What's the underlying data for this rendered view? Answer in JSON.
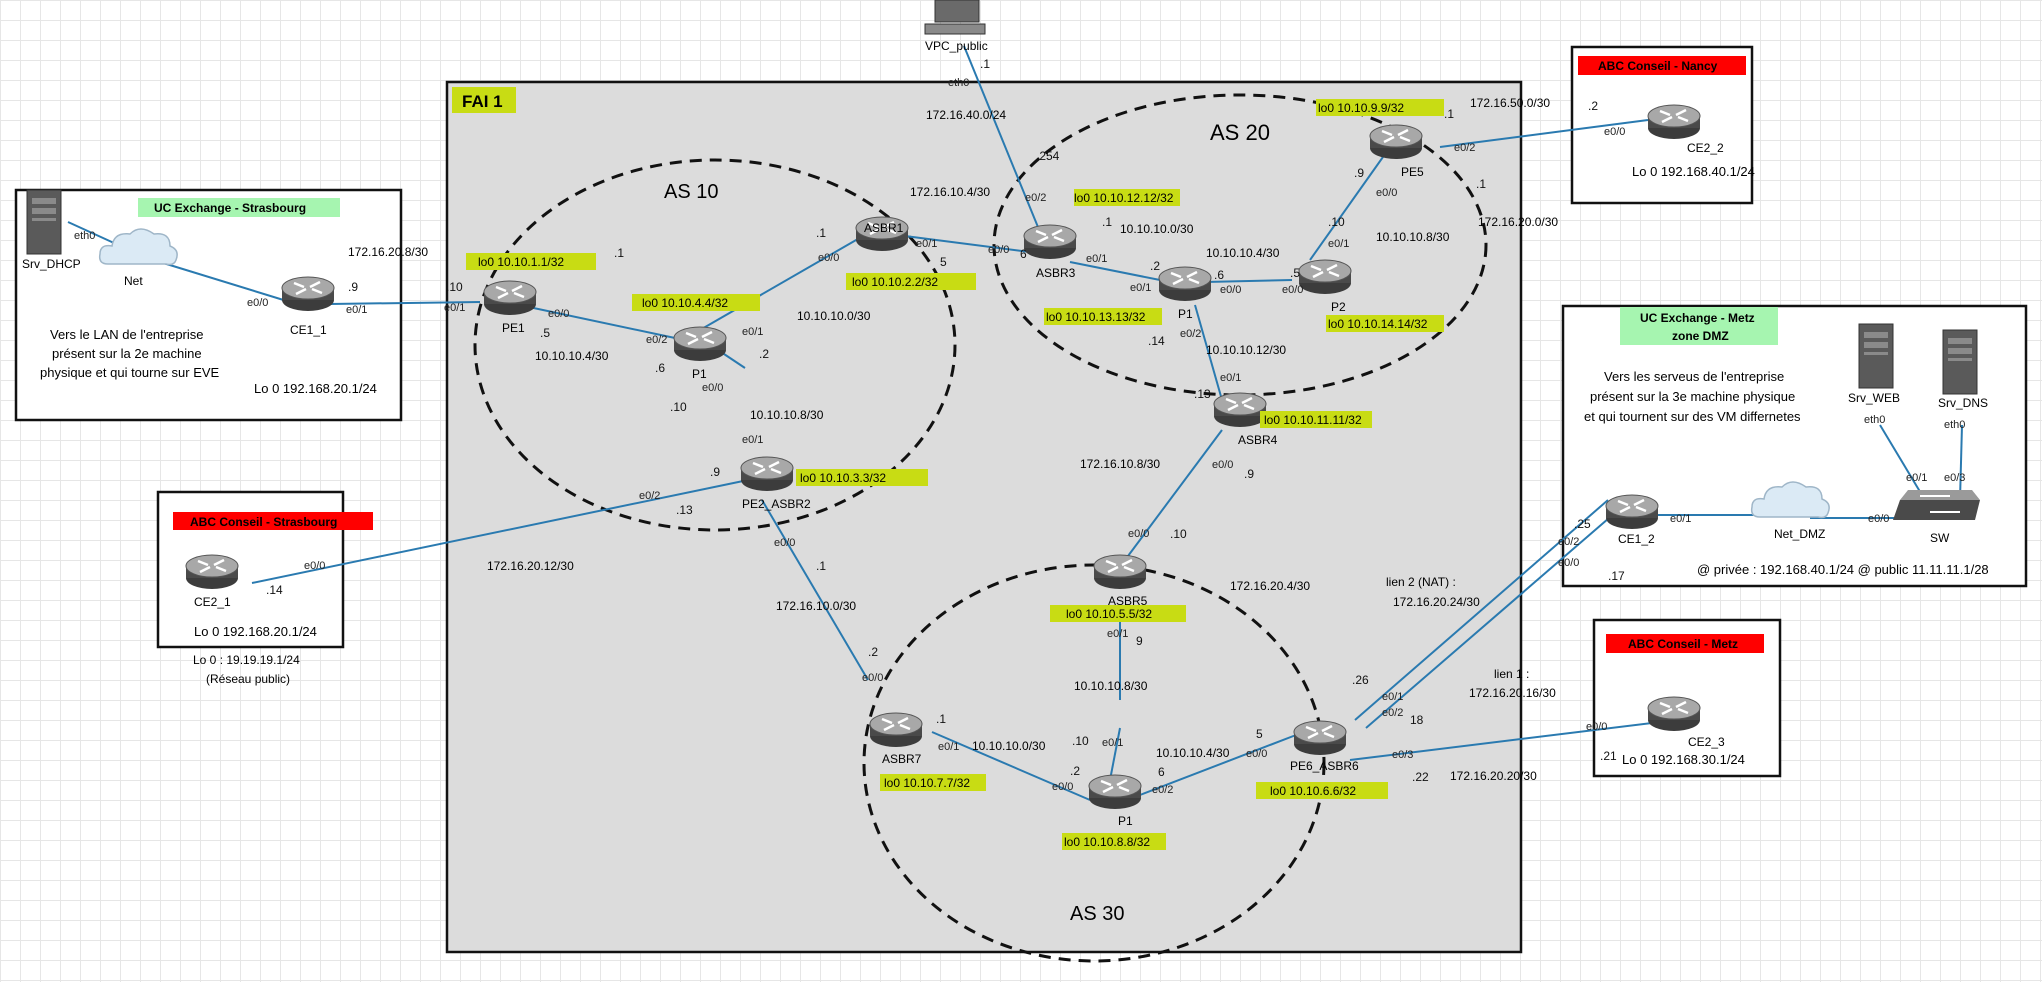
{
  "title_fai": "FAI 1",
  "as": {
    "as10": "AS 10",
    "as20": "AS 20",
    "as30": "AS 30"
  },
  "sites": {
    "ucx_strasbourg": {
      "title": "UC Exchange - Strasbourg",
      "text": [
        "Vers le LAN de l'entreprise",
        "présent sur la 2e machine",
        "physique et qui tourne sur EVE"
      ],
      "lo": "Lo 0  192.168.20.1/24"
    },
    "abc_strasbourg": {
      "title": "ABC Conseil - Strasbourg",
      "lo": "Lo 0  192.168.20.1/24",
      "lo_public": "Lo 0 : 19.19.19.1/24",
      "public_note": "(Réseau public)"
    },
    "abc_nancy": {
      "title": "ABC Conseil - Nancy",
      "lo": "Lo 0  192.168.40.1/24"
    },
    "ucx_metz": {
      "title1": "UC Exchange - Metz",
      "title2": "zone DMZ",
      "text": [
        "Vers les serveus de l'entreprise",
        "présent sur la 3e machine physique",
        "et qui tournent sur des VM differnetes"
      ],
      "addr": "@ privée : 192.168.40.1/24  @ public 11.11.11.1/28"
    },
    "abc_metz": {
      "title": "ABC Conseil - Metz",
      "lo": "Lo 0  192.168.30.1/24"
    }
  },
  "devices": {
    "vpc_public": "VPC_public",
    "srv_dhcp": "Srv_DHCP",
    "net": "Net",
    "ce1_1": "CE1_1",
    "pe1": "PE1",
    "p1_as10": "P1",
    "asbr1": "ASBR1",
    "pe2_asbr2": "PE2_ASBR2",
    "asbr3": "ASBR3",
    "p1_as20": "P1",
    "p2": "P2",
    "pe5": "PE5",
    "asbr4": "ASBR4",
    "ce2_2": "CE2_2",
    "ce2_1": "CE2_1",
    "asbr5": "ASBR5",
    "asbr7": "ASBR7",
    "p1_as30": "P1",
    "pe6_asbr6": "PE6_ASBR6",
    "ce2_3": "CE2_3",
    "ce1_2": "CE1_2",
    "net_dmz": "Net_DMZ",
    "sw": "SW",
    "srv_web": "Srv_WEB",
    "srv_dns": "Srv_DNS"
  },
  "loopbacks": {
    "pe1": "lo0  10.10.1.1/32",
    "p1_as10": "lo0  10.10.4.4/32",
    "asbr1": "lo0  10.10.2.2/32",
    "pe2_asbr2": "lo0  10.10.3.3/32",
    "pe5": "lo0  10.10.9.9/32",
    "asbr3": "lo0  10.10.12.12/32",
    "p1_as20": "lo0  10.10.13.13/32",
    "p2": "lo0  10.10.14.14/32",
    "asbr4": "lo0  10.10.11.11/32",
    "asbr5": "lo0  10.10.5.5/32",
    "asbr7": "lo0  10.10.7.7/32",
    "p1_as30": "lo0  10.10.8.8/32",
    "pe6_asbr6": "lo0  10.10.6.6/32"
  },
  "subnets": {
    "s1": "172.16.20.8/30",
    "s2": "172.16.40.0/24",
    "s3": "172.16.10.4/30",
    "s4": "172.16.50.0/30",
    "s5": "172.16.20.0/30",
    "s6": "10.10.10.0/30",
    "s7": "10.10.10.4/30",
    "s8": "10.10.10.8/30",
    "s9": "10.10.10.0/30",
    "s10": "10.10.10.4/30",
    "s11": "10.10.10.8/30",
    "s12": "10.10.10.12/30",
    "s13": "172.16.10.8/30",
    "s14": "172.16.20.12/30",
    "s15": "172.16.10.0/30",
    "s16": "172.16.20.4/30",
    "s17": "10.10.10.8/30",
    "s18": "10.10.10.0/30",
    "s19": "10.10.10.4/30",
    "lien2a": "lien 2 (NAT) :",
    "lien2b": "172.16.20.24/30",
    "lien1a": "lien 1 :",
    "lien1b": "172.16.20.16/30",
    "s20": "172.16.20.20/30"
  },
  "colors": {
    "red": "#ff0000",
    "green": "#a6f5b0",
    "yellow": "#c8dc14",
    "fai_bg": "#dcdcdc",
    "link": "#2a7ab0"
  }
}
